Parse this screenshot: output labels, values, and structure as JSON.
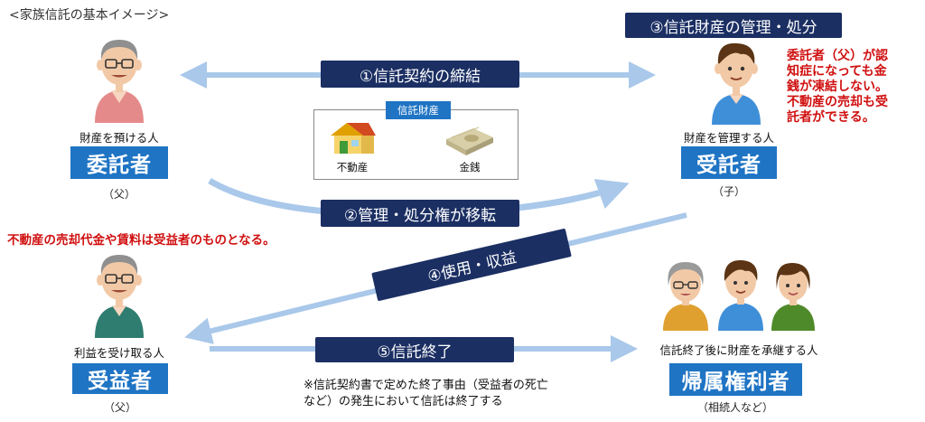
{
  "header": {
    "caption": "<家族信託の基本イメージ>"
  },
  "roles": {
    "settlor": {
      "label": "財産を預ける人",
      "title": "委託者",
      "paren": "（父）"
    },
    "trustee": {
      "label": "財産を管理する人",
      "title": "受託者",
      "paren": "（子）"
    },
    "beneficiary": {
      "label": "利益を受け取る人",
      "title": "受益者",
      "paren": "（父）"
    },
    "remainder": {
      "label": "信託終了後に財産を承継する人",
      "title": "帰属権利者",
      "paren": "（相続人など）"
    }
  },
  "steps": {
    "s1": "①信託契約の締結",
    "s2": "②管理・処分権が移転",
    "s3": "③信託財産の管理・処分",
    "s4": "④使用・収益",
    "s5": "⑤信託終了"
  },
  "assets": {
    "tag": "信託財産",
    "real_estate": "不動産",
    "money": "金銭"
  },
  "notes": {
    "trustee_note": [
      "委託者（父）が認",
      "知症になっても金",
      "銭が凍結しない。",
      "不動産の売却も受",
      "託者ができる。"
    ],
    "beneficiary_note": "不動産の売却代金や賃料は受益者のものとなる。",
    "termination_note": [
      "※信託契約書で定めた終了事由（受益者の死亡",
      "など）の発生において信託は終了する"
    ]
  },
  "colors": {
    "role_blue": "#1f74c4",
    "step_navy": "#1b2f63",
    "arrow_blue": "#a9c8ea",
    "note_red": "#d01010"
  },
  "icons": [
    "father-icon",
    "son-icon",
    "grandmother-icon",
    "daughter-icon",
    "house-icon",
    "money-stack-icon"
  ]
}
